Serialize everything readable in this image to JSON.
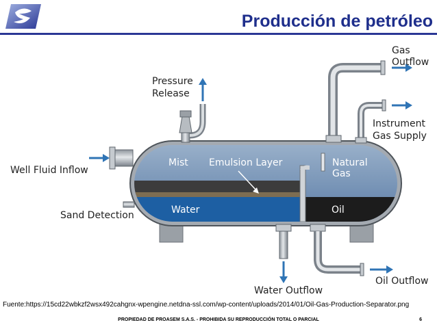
{
  "header": {
    "title": "Producción de petróleo"
  },
  "diagram": {
    "labels": {
      "gas_outflow_1": "Gas",
      "gas_outflow_2": "Outflow",
      "pressure_release_1": "Pressure",
      "pressure_release_2": "Release",
      "instrument_gas_1": "Instrument",
      "instrument_gas_2": "Gas Supply",
      "well_fluid_inflow": "Well Fluid Inflow",
      "mist": "Mist",
      "emulsion_layer": "Emulsion Layer",
      "natural_gas_1": "Natural",
      "natural_gas_2": "Gas",
      "sand_detection": "Sand Detection",
      "water": "Water",
      "oil": "Oil",
      "water_outflow": "Water Outflow",
      "oil_outflow": "Oil Outflow"
    },
    "colors": {
      "vessel_gas": "#6b8bb1",
      "water": "#1d5fa3",
      "oil": "#1c1c1c",
      "pipe": "#b7bcc1",
      "arrow": "#2f74b5"
    }
  },
  "source": "Fuente:https://15cd22wbkzf2wsx492cahgnx-wpengine.netdna-ssl.com/wp-content/uploads/2014/01/Oil-Gas-Production-Separator.png",
  "footer": {
    "text": "PROPIEDAD DE PROASEM S.A.S. - PROHIBIDA SU REPRODUCCIÓN TOTAL O PARCIAL",
    "page_number": "6"
  }
}
